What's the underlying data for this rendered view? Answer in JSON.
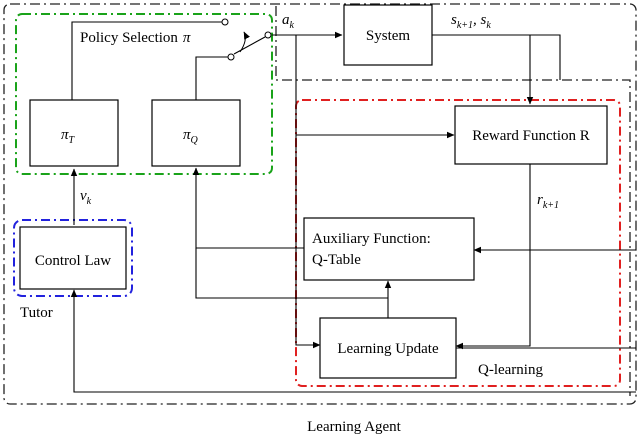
{
  "colors": {
    "stroke": "#000000",
    "policy_region": "#1aa31a",
    "tutor_region": "#2222dd",
    "qlearning_region": "#e02020",
    "agent_region": "#222222"
  },
  "labels": {
    "policy_selection": "Policy Selection",
    "pi_symbol": "π",
    "system": "System",
    "reward_function": "Reward Function R",
    "aux_line1": "Auxiliary Function:",
    "aux_line2": "Q-Table",
    "learning_update": "Learning Update",
    "control_law": "Control Law",
    "tutor": "Tutor",
    "q_learning": "Q-learning",
    "learning_agent": "Learning Agent"
  },
  "symbols": {
    "pi": "π",
    "sub_T": "T",
    "sub_Q": "Q",
    "a": "a",
    "a_sub": "k",
    "v": "v",
    "v_sub": "k",
    "s": "s",
    "s_sub1": "k+1",
    "s_sub2": "k",
    "comma": ", ",
    "r": "r",
    "r_sub": "k+1"
  }
}
